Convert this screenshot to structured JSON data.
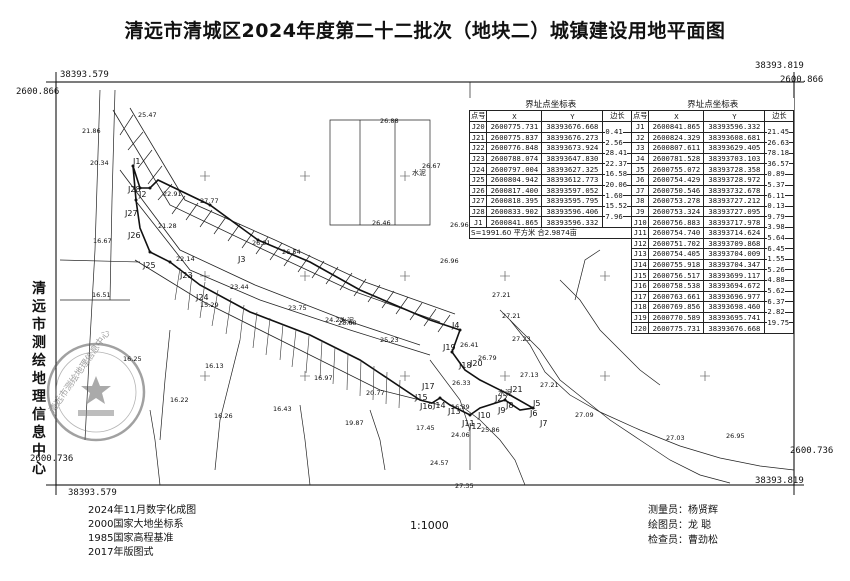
{
  "title": "清远市清城区2024年度第二十二批次（地块二）城镇建设用地平面图",
  "corners": {
    "top_left_y": "38393.579",
    "top_right_y": "38393.819",
    "left_x_top": "2600.866",
    "right_x_top": "2600.866",
    "left_x_bottom": "2600.736",
    "right_x_bottom": "2600.736",
    "bottom_left_y": "38393.579",
    "bottom_right_y": "38393.819"
  },
  "side_label": "清远市测绘地理信息中心",
  "seal_text": "清远市测绘地理信息中心",
  "footer": {
    "line1": "2024年11月数字化成图",
    "line2": "2000国家大地坐标系",
    "line3": "1985国家高程基准",
    "line4": "2017年版图式",
    "scale": "1:1000",
    "surveyor": "测量员：杨贤辉",
    "drafter": "绘图员：龙  聪",
    "checker": "检查员：曹劲松"
  },
  "table_left": {
    "caption": "界址点坐标表",
    "headers": [
      "点号",
      "X",
      "Y",
      "边长"
    ],
    "rows": [
      [
        "J20",
        "2600775.731",
        "38393676.668"
      ],
      [
        "J21",
        "2600775.837",
        "38393676.273"
      ],
      [
        "J22",
        "2600776.848",
        "38393673.924"
      ],
      [
        "J23",
        "2600788.074",
        "38393647.830"
      ],
      [
        "J24",
        "2600797.004",
        "38393627.325"
      ],
      [
        "J25",
        "2600804.942",
        "38393612.773"
      ],
      [
        "J26",
        "2600817.400",
        "38393597.052"
      ],
      [
        "J27",
        "2600818.395",
        "38393595.795"
      ],
      [
        "J28",
        "2600833.902",
        "38393596.406"
      ],
      [
        "J1",
        "2600841.865",
        "38393596.332"
      ]
    ],
    "distances": [
      "0.41",
      "2.56",
      "28.41",
      "22.37",
      "16.58",
      "20.06",
      "1.60",
      "15.52",
      "7.96"
    ],
    "area_line": "S=1991.60 平方米 合2.9874亩"
  },
  "table_right": {
    "caption": "界址点坐标表",
    "headers": [
      "点号",
      "X",
      "Y",
      "边长"
    ],
    "rows": [
      [
        "J1",
        "2600841.865",
        "38393596.332"
      ],
      [
        "J2",
        "2600824.329",
        "38393608.681"
      ],
      [
        "J3",
        "2600807.611",
        "38393629.405"
      ],
      [
        "J4",
        "2600781.528",
        "38393703.103"
      ],
      [
        "J5",
        "2600755.072",
        "38393728.358"
      ],
      [
        "J6",
        "2600754.429",
        "38393728.972"
      ],
      [
        "J7",
        "2600750.546",
        "38393732.678"
      ],
      [
        "J8",
        "2600753.278",
        "38393727.212"
      ],
      [
        "J9",
        "2600753.324",
        "38393727.095"
      ],
      [
        "J10",
        "2600756.883",
        "38393717.978"
      ],
      [
        "J11",
        "2600754.740",
        "38393714.624"
      ],
      [
        "J12",
        "2600751.702",
        "38393709.868"
      ],
      [
        "J13",
        "2600754.405",
        "38393704.009"
      ],
      [
        "J14",
        "2600755.918",
        "38393704.347"
      ],
      [
        "J15",
        "2600756.517",
        "38393699.117"
      ],
      [
        "J16",
        "2600758.538",
        "38393694.672"
      ],
      [
        "J17",
        "2600763.661",
        "38393696.977"
      ],
      [
        "J18",
        "2600769.856",
        "38393698.460"
      ],
      [
        "J19",
        "2600770.589",
        "38393695.741"
      ],
      [
        "J20",
        "2600775.731",
        "38393676.668"
      ]
    ],
    "distances": [
      "21.45",
      "26.63",
      "78.18",
      "36.57",
      "0.89",
      "5.37",
      "6.11",
      "0.13",
      "9.79",
      "3.98",
      "5.64",
      "6.45",
      "1.55",
      "5.26",
      "4.88",
      "5.62",
      "6.37",
      "2.82",
      "19.75"
    ]
  },
  "map_points": [
    "J1",
    "J2",
    "J3",
    "J4",
    "J5",
    "J6",
    "J7",
    "J8",
    "J9",
    "J10",
    "J11",
    "J12",
    "J13",
    "J14",
    "J15",
    "J16",
    "J17",
    "J18",
    "J19",
    "J20",
    "J21",
    "J22",
    "J23",
    "J24",
    "J25",
    "J26",
    "J27",
    "J28"
  ],
  "elevations": [
    "25.47",
    "21.86",
    "26.88",
    "20.34",
    "22.91",
    "27.77",
    "26.67",
    "26.46",
    "26.96",
    "26.91",
    "21.28",
    "26.54",
    "26.96",
    "16.67",
    "22.14",
    "23.44",
    "23.75",
    "24.23",
    "27.21",
    "27.21",
    "27.23",
    "16.51",
    "23.68",
    "15.29",
    "25.23",
    "26.41",
    "26.79",
    "16.25",
    "16.13",
    "16.97",
    "20.77",
    "26.33",
    "27.21",
    "27.13",
    "16.22",
    "16.26",
    "16.43",
    "19.87",
    "17.45",
    "16.39",
    "27.09",
    "25.86",
    "24.06",
    "26.95",
    "27.03",
    "24.57",
    "27.35"
  ],
  "annotations": [
    "水泥",
    "水泥",
    "水泥"
  ]
}
